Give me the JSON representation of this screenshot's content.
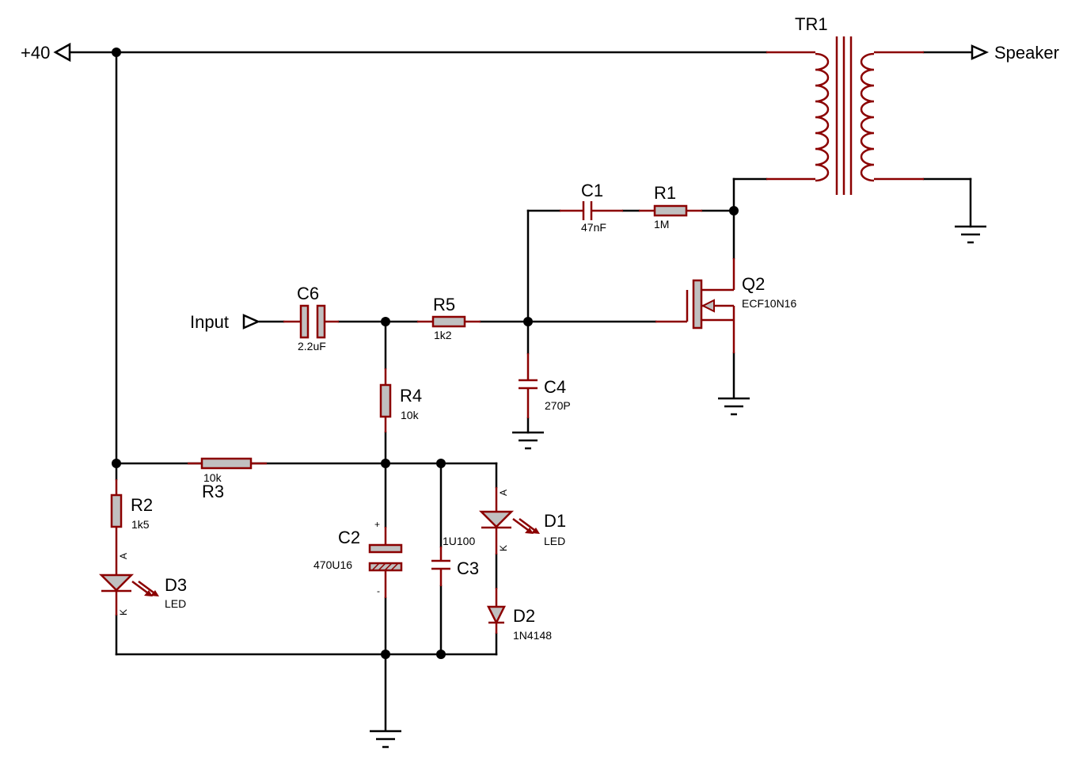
{
  "ports": {
    "supply": "+40",
    "input": "Input",
    "output": "Speaker"
  },
  "components": {
    "tr1": {
      "ref": "TR1"
    },
    "q2": {
      "ref": "Q2",
      "value": "ECF10N16"
    },
    "c1": {
      "ref": "C1",
      "value": "47nF"
    },
    "r1": {
      "ref": "R1",
      "value": "1M"
    },
    "c6": {
      "ref": "C6",
      "value": "2.2uF"
    },
    "r5": {
      "ref": "R5",
      "value": "1k2"
    },
    "c4": {
      "ref": "C4",
      "value": "270P"
    },
    "r4": {
      "ref": "R4",
      "value": "10k"
    },
    "r3": {
      "ref": "R3",
      "value": "10k"
    },
    "r2": {
      "ref": "R2",
      "value": "1k5"
    },
    "c2": {
      "ref": "C2",
      "value": "470U16",
      "plus": "+",
      "minus": "-"
    },
    "c3": {
      "ref": "C3",
      "value": "1U100"
    },
    "d1": {
      "ref": "D1",
      "value": "LED",
      "anode": "A",
      "cathode": "K"
    },
    "d2": {
      "ref": "D2",
      "value": "1N4148"
    },
    "d3": {
      "ref": "D3",
      "value": "LED",
      "anode": "A",
      "cathode": "K"
    }
  },
  "colors": {
    "wire": "#000000",
    "component_outline": "#8b0000",
    "component_fill": "#c0c0c0",
    "background": "#ffffff"
  }
}
